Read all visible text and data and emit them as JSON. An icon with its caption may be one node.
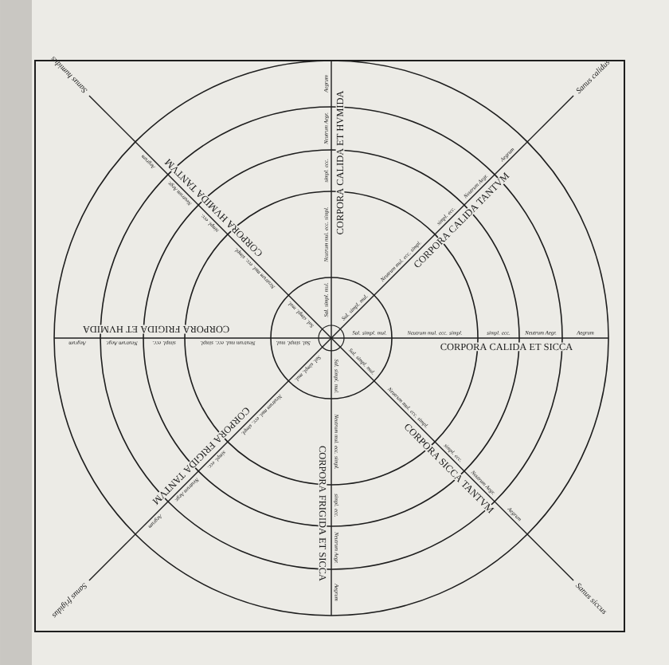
{
  "diagram": {
    "labels": [
      "Sanus calidus",
      "Sanus humidus",
      "Sanus frigidus",
      "Sanus siccus",
      "CORPORA CALIDA ET SICCA",
      "CORPORA CALIDA TANTVM",
      "CORPORA CALIDA ET HVMIDA",
      "CORPORA HVMIDA TANTVM",
      "CORPORA FRIGIDA ET HVMIDA",
      "CORPORA FRIGIDA TANTVM",
      "CORPORA FRIGIDA ET SICCA",
      "CORPORA SICCA TANTVM",
      "Sal. simpl. mul.",
      "Neutrum mul. ecc. simpl.",
      "simpl. ecc.",
      "Neutrum Aegr.",
      "Aegrum",
      "Sal. simpl. mul.",
      "Neutrum mul. ecc. simpl.",
      "simpl. ecc.",
      "Neutrum Aegr.",
      "Aegrum",
      "Sal. simpl. mul.",
      "Neutrum mul. ecc. simpl.",
      "simpl. ecc.",
      "Neutrum Aegr.",
      "Aegrum",
      "Sal. simpl. mul.",
      "Neutrum mul. ecc. simpl.",
      "simpl. ecc.",
      "Neutrum Aegr.",
      "Aegrum",
      "Sal. simpl. mul.",
      "Neutrum mul. ecc. simpl.",
      "simpl. ecc.",
      "Neutrum Aegr.",
      "Aegrum",
      "Sal. simpl. mul.",
      "Neutrum mul. ecc. simpl.",
      "simpl. ecc.",
      "Neutrum Aegr.",
      "Aegrum",
      "Sal. simpl. mul.",
      "Neutrum mul. ecc. simpl.",
      "simpl. ecc.",
      "Neutrum Aegr.",
      "Aegrum",
      "Sal. simpl. mul.",
      "Neutrum mul. ecc. simpl.",
      "simpl. ecc.",
      "Neutrum Aegr.",
      "Aegrum"
    ]
  }
}
